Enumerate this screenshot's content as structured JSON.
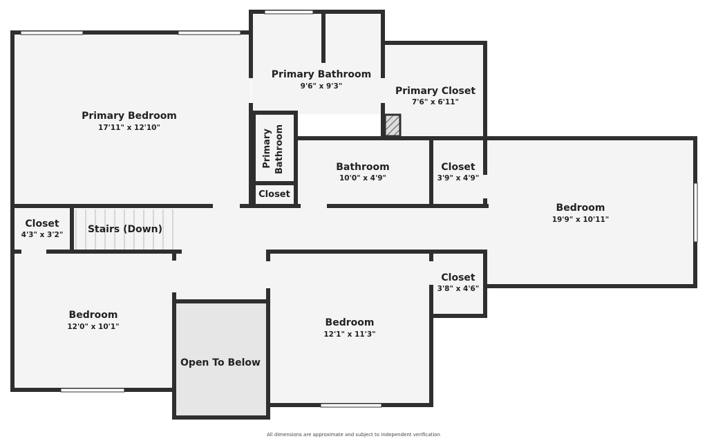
{
  "rooms": {
    "primary_bedroom": {
      "name": "Primary Bedroom",
      "dims": "17'11\" x 12'10\""
    },
    "primary_bathroom": {
      "name": "Primary Bathroom",
      "dims": "9'6\" x 9'3\""
    },
    "primary_closet": {
      "name": "Primary Closet",
      "dims": "7'6\" x 6'11\""
    },
    "primary_bathroom_small": {
      "line1": "Primary",
      "line2": "Bathroom"
    },
    "closet_small": {
      "name": "Closet"
    },
    "bathroom": {
      "name": "Bathroom",
      "dims": "10'0\" x 4'9\""
    },
    "closet_a": {
      "name": "Closet",
      "dims": "3'9\" x 4'9\""
    },
    "bedroom_right": {
      "name": "Bedroom",
      "dims": "19'9\" x 10'11\""
    },
    "closet_left": {
      "name": "Closet",
      "dims": "4'3\" x 3'2\""
    },
    "stairs": {
      "name": "Stairs (Down)"
    },
    "closet_b": {
      "name": "Closet",
      "dims": "3'8\" x 4'6\""
    },
    "bedroom_left": {
      "name": "Bedroom",
      "dims": "12'0\" x 10'1\""
    },
    "bedroom_center": {
      "name": "Bedroom",
      "dims": "12'1\" x 11'3\""
    },
    "open_to_below": {
      "name": "Open To Below"
    }
  },
  "footer": "All dimensions are approximate and subject to independent verification",
  "colors": {
    "wall": "#2f2f2f",
    "floor": "#f4f4f4",
    "open_floor": "#e6e6e6",
    "window": "#ffffff"
  }
}
